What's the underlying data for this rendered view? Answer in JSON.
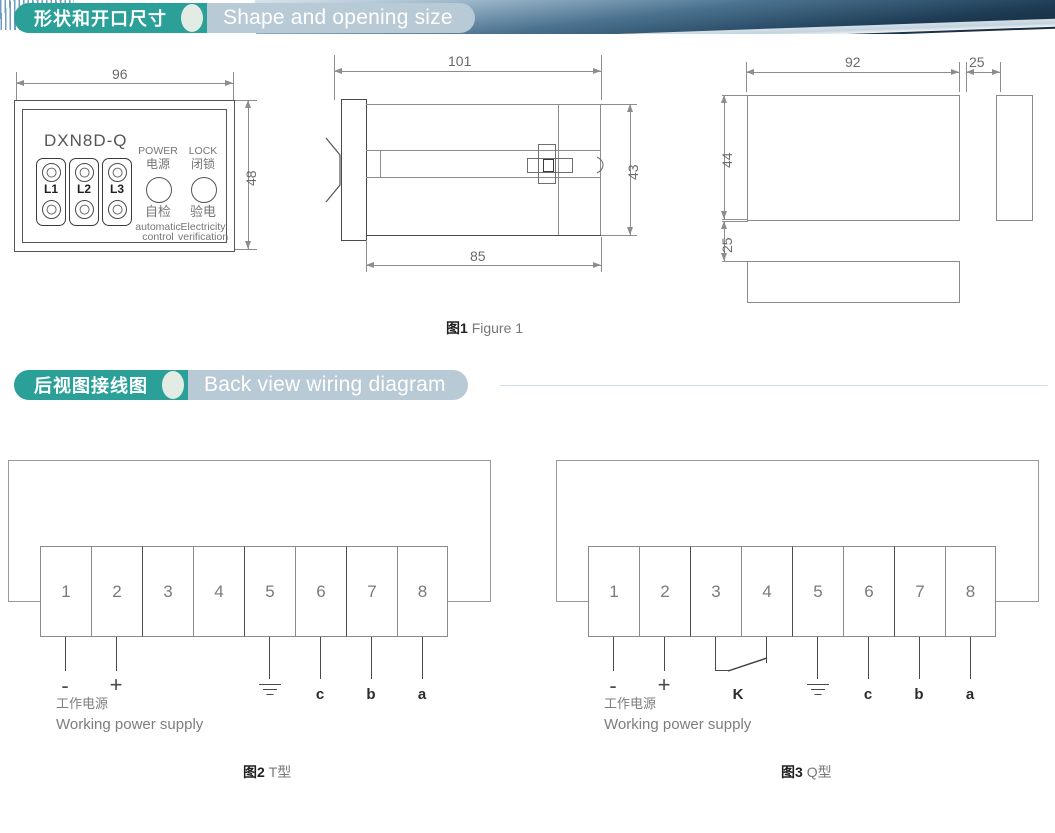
{
  "sections": [
    {
      "cn": "形状和开口尺寸",
      "en": "Shape and opening size"
    },
    {
      "cn": "后视图接线图",
      "en": "Back view wiring diagram"
    }
  ],
  "figure1": {
    "caption_cn": "图1",
    "caption_en": "Figure 1",
    "front_view": {
      "model": "DXN8D-Q",
      "width_dim": "96",
      "height_dim": "48",
      "phase_labels": [
        "L1",
        "L2",
        "L3"
      ],
      "indicators": [
        {
          "top_en": "POWER",
          "top_cn": "电源",
          "bottom_cn": "自检",
          "bottom_en_l1": "automatic",
          "bottom_en_l2": "control"
        },
        {
          "top_en": "LOCK",
          "top_cn": "闭锁",
          "bottom_cn": "验电",
          "bottom_en_l1": "Electricity",
          "bottom_en_l2": "verification"
        }
      ]
    },
    "side_view": {
      "overall_len": "101",
      "body_len": "85",
      "height": "43"
    },
    "opening_view": {
      "width": "92",
      "height": "44",
      "gap": "25",
      "side_gap": "25"
    }
  },
  "figure2": {
    "caption_cn": "图2",
    "caption_en": "T型",
    "terminals": [
      "1",
      "2",
      "3",
      "4",
      "5",
      "6",
      "7",
      "8"
    ],
    "markers": [
      {
        "term": "1",
        "symbol": "-"
      },
      {
        "term": "2",
        "symbol": "+"
      },
      {
        "term": "5",
        "symbol": "ground-symbol"
      },
      {
        "term": "6",
        "symbol": "c"
      },
      {
        "term": "7",
        "symbol": "b"
      },
      {
        "term": "8",
        "symbol": "a"
      }
    ],
    "supply_cn": "工作电源",
    "supply_en": "Working power supply"
  },
  "figure3": {
    "caption_cn": "图3",
    "caption_en": "Q型",
    "terminals": [
      "1",
      "2",
      "3",
      "4",
      "5",
      "6",
      "7",
      "8"
    ],
    "markers": [
      {
        "term": "1",
        "symbol": "-"
      },
      {
        "term": "2",
        "symbol": "+"
      },
      {
        "term": "3-4",
        "symbol": "K"
      },
      {
        "term": "5",
        "symbol": "ground-symbol"
      },
      {
        "term": "6",
        "symbol": "c"
      },
      {
        "term": "7",
        "symbol": "b"
      },
      {
        "term": "8",
        "symbol": "a"
      }
    ],
    "switch_label": "K",
    "supply_cn": "工作电源",
    "supply_en": "Working power supply"
  },
  "colors": {
    "teal": "#2aa098",
    "steel": "#b7cad6",
    "rule": "#cfdde7",
    "line": "#8d8d8d"
  }
}
